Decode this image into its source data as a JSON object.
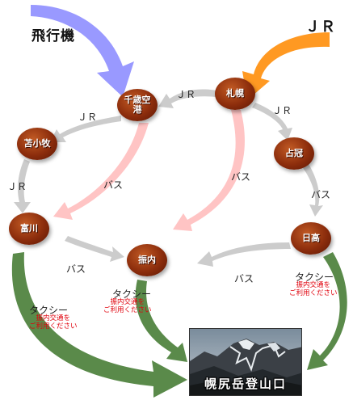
{
  "entries": {
    "airplane": "飛行機",
    "jr": "ＪＲ"
  },
  "nodes": {
    "chitose": "千歳空港",
    "sapporo": "札幌",
    "tomakomai": "苫小牧",
    "tomakawa": "富川",
    "shimukappu": "占冠",
    "hidaka": "日高",
    "furenai": "振内"
  },
  "route_labels": {
    "sapporo_chitose_jr": "ＪＲ",
    "chitose_tomakomai_jr": "ＪＲ",
    "sapporo_shimukappu_jr": "ＪＲ",
    "tomakomai_tomakawa_jr": "ＪＲ",
    "chitose_tomakawa_bus": "バス",
    "sapporo_furenai_bus": "バス",
    "shimukappu_hidaka_bus": "バス",
    "tomakawa_furenai_bus": "バス",
    "hidaka_furenai_bus": "バス"
  },
  "taxi": {
    "tomakawa": {
      "label": "タクシー",
      "note": "振内交通を\nご利用ください"
    },
    "furenai": {
      "label": "タクシー",
      "note": "振内交通を\nご利用ください"
    },
    "hidaka": {
      "label": "タクシー",
      "note": "振内交通を\nご利用ください"
    }
  },
  "destination": {
    "caption": "幌尻岳登山口"
  },
  "colors": {
    "airplane_arrow": "#9999ff",
    "jr_arrow": "#ff9922",
    "jr_route": "#cccccc",
    "bus_route_pink": "#ffc4c4",
    "bus_route_gray": "#cccccc",
    "taxi_arrow": "#5a8a4a",
    "node": "#8c2d0c",
    "note_text": "#e0000b"
  }
}
